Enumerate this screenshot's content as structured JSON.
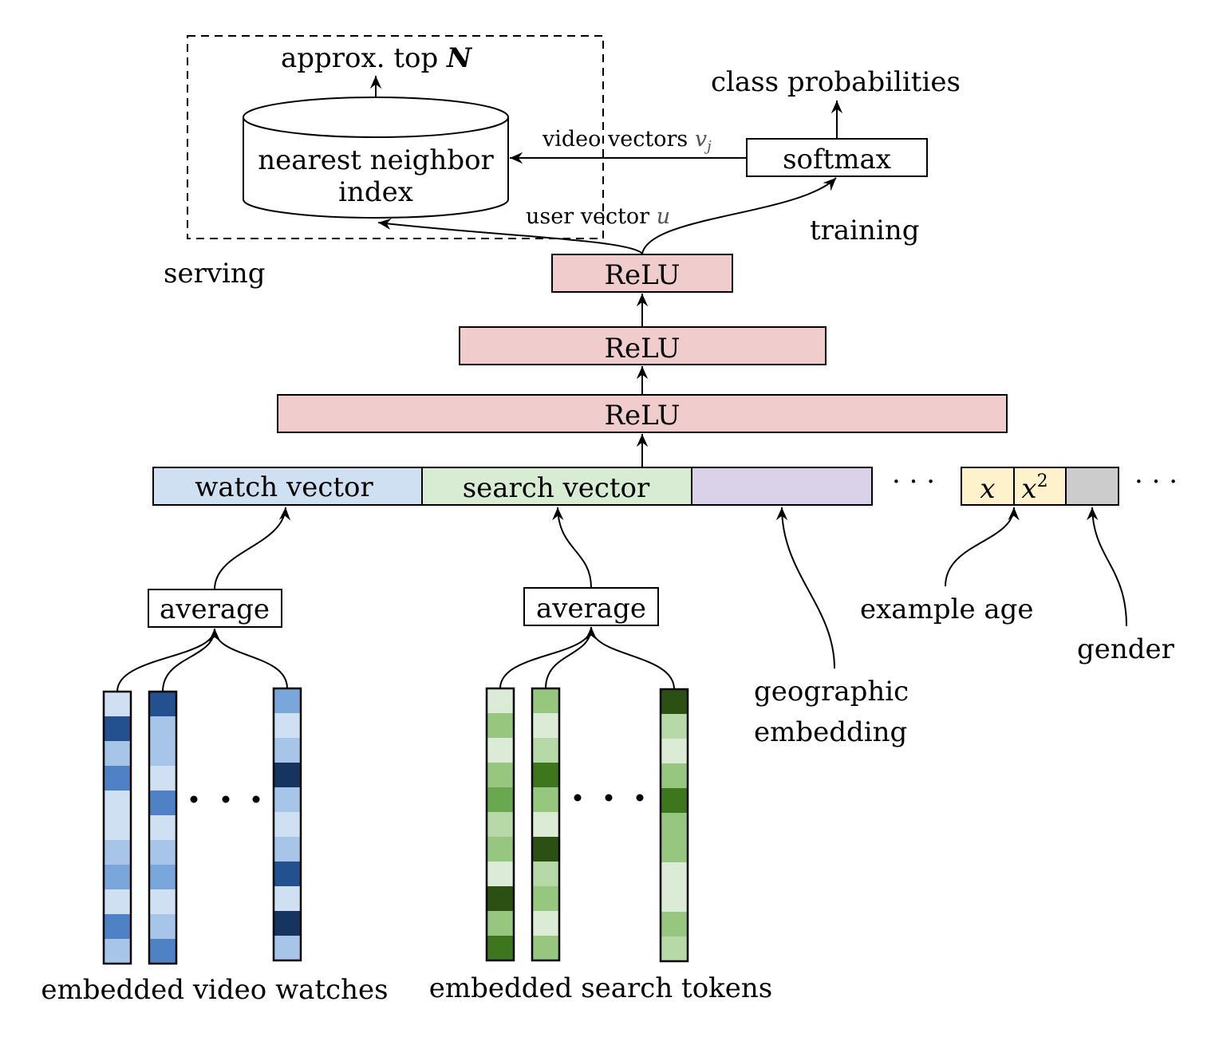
{
  "serving": {
    "label": "serving",
    "output_label": "approx. top",
    "output_symbol": "N",
    "index_label_line1": "nearest neighbor",
    "index_label_line2": "index"
  },
  "training": {
    "label": "training",
    "softmax_label": "softmax",
    "output_label": "class probabilities",
    "video_vectors_label": "video vectors",
    "video_vectors_symbol": "v",
    "video_vectors_subscript": "j",
    "user_vector_label": "user vector",
    "user_vector_symbol": "u"
  },
  "layers": [
    {
      "label": "ReLU",
      "color": "#f0cccc"
    },
    {
      "label": "ReLU",
      "color": "#f0cccc"
    },
    {
      "label": "ReLU",
      "color": "#f0cccc"
    }
  ],
  "input_vector": {
    "segments": [
      {
        "label": "watch vector",
        "color": "#d0e0f3"
      },
      {
        "label": "search vector",
        "color": "#d8ecd3"
      },
      {
        "label": "",
        "color": "#d9d2e9"
      }
    ],
    "ellipsis": "· · ·",
    "age_features": [
      {
        "label": "x",
        "superscript": "",
        "color": "#fdf2cc"
      },
      {
        "label": "x",
        "superscript": "2",
        "color": "#fdf2cc"
      }
    ],
    "gender_color": "#cccccc",
    "trailing_ellipsis": "· · ·"
  },
  "features": {
    "example_age": "example age",
    "gender": "gender",
    "geographic_line1": "geographic",
    "geographic_line2": "embedding"
  },
  "watch_branch": {
    "average_label": "average",
    "caption": "embedded video watches",
    "columns": [
      [
        "#d0e0f3",
        "#23508f",
        "#a7c5e8",
        "#4e82c4",
        "#d0e0f3",
        "#d0e0f3",
        "#a7c5e8",
        "#7aa7db",
        "#d0e0f3",
        "#4e82c4",
        "#a7c5e8"
      ],
      [
        "#23508f",
        "#a7c5e8",
        "#a7c5e8",
        "#d0e0f3",
        "#4e82c4",
        "#d0e0f3",
        "#a7c5e8",
        "#7aa7db",
        "#d0e0f3",
        "#a7c5e8",
        "#4e82c4"
      ],
      [
        "#7aa7db",
        "#d0e0f3",
        "#a7c5e8",
        "#163460",
        "#a7c5e8",
        "#d0e0f3",
        "#a7c5e8",
        "#23508f",
        "#d0e0f3",
        "#163460",
        "#a7c5e8"
      ]
    ]
  },
  "search_branch": {
    "average_label": "average",
    "caption": "embedded search tokens",
    "columns": [
      [
        "#dbebd6",
        "#97c67e",
        "#dbebd6",
        "#97c67e",
        "#6aa84f",
        "#b7d9a8",
        "#97c67e",
        "#dbebd6",
        "#2c4f13",
        "#97c67e",
        "#3d761d"
      ],
      [
        "#97c67e",
        "#dbebd6",
        "#b7d9a8",
        "#3d761d",
        "#97c67e",
        "#dbebd6",
        "#2c4f13",
        "#b7d9a8",
        "#97c67e",
        "#dbebd6",
        "#97c67e"
      ],
      [
        "#2c4f13",
        "#b7d9a8",
        "#dbebd6",
        "#97c67e",
        "#3d761d",
        "#97c67e",
        "#97c67e",
        "#dbebd6",
        "#dbebd6",
        "#97c67e",
        "#b7d9a8"
      ]
    ]
  }
}
